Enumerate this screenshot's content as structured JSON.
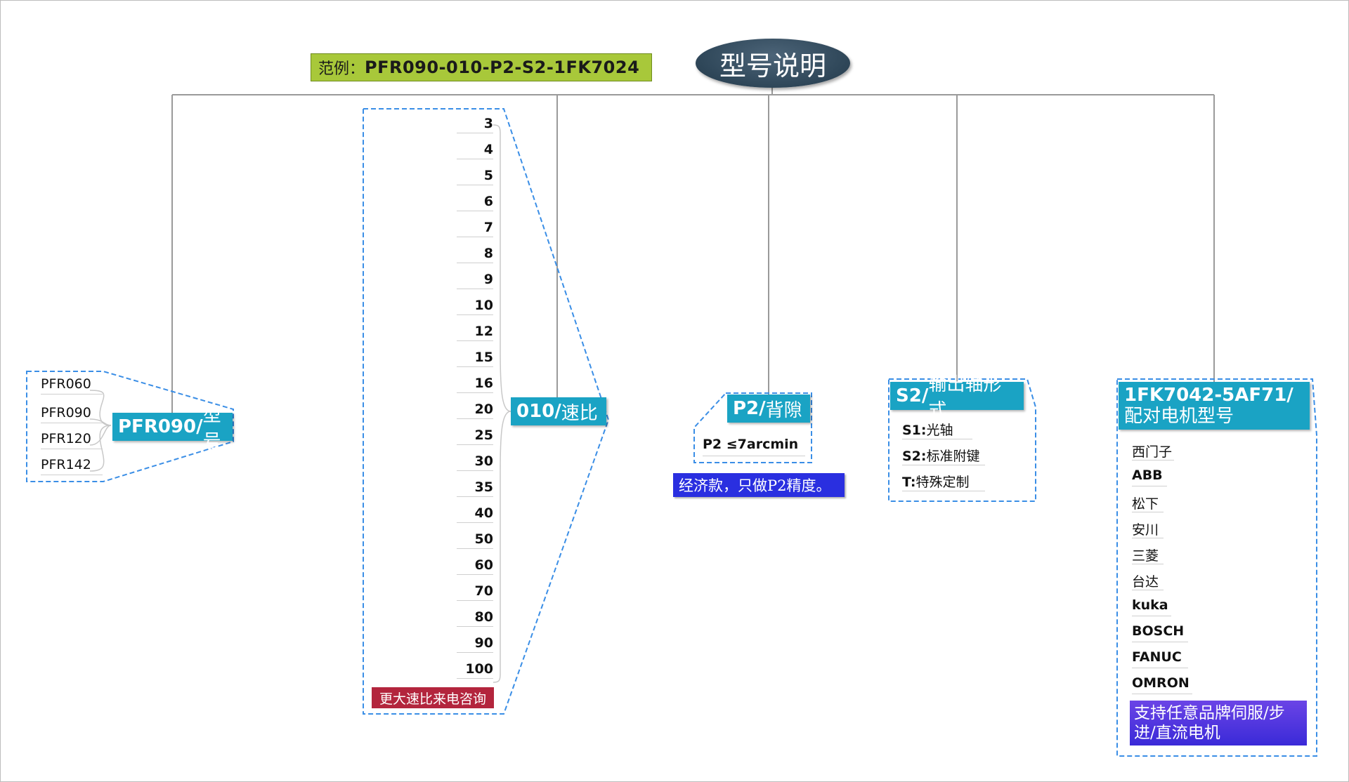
{
  "root": {
    "title": "型号说明"
  },
  "example": {
    "prefix": "范例：",
    "code": "PFR090-010-P2-S2-1FK7024"
  },
  "model": {
    "code": "PFR090/",
    "label": "型号",
    "items": [
      "PFR060",
      "PFR090",
      "PFR120",
      "PFR142"
    ]
  },
  "ratio": {
    "code": "010/",
    "label": "速比",
    "values": [
      "3",
      "4",
      "5",
      "6",
      "7",
      "8",
      "9",
      "10",
      "12",
      "15",
      "16",
      "20",
      "25",
      "30",
      "35",
      "40",
      "50",
      "60",
      "70",
      "80",
      "90",
      "100"
    ],
    "note": "更大速比来电咨询"
  },
  "backlash": {
    "code": "P2/",
    "label": "背隙",
    "item": "P2 ≤7arcmin",
    "note": "经济款，只做P2精度。"
  },
  "shaft": {
    "code": "S2/",
    "label": "输出轴形式",
    "items": [
      {
        "code": "S1:",
        "text": "光轴"
      },
      {
        "code": "S2:",
        "text": "标准附键"
      },
      {
        "code": "T:",
        "text": "特殊定制"
      }
    ]
  },
  "motor": {
    "code": "1FK7042-5AF71/",
    "label": "配对电机型号",
    "items": [
      "西门子",
      "ABB",
      "松下",
      "安川",
      "三菱",
      "台达",
      "kuka",
      "BOSCH",
      "FANUC",
      "OMRON"
    ],
    "note": "支持任意品牌伺服/步进/直流电机"
  }
}
